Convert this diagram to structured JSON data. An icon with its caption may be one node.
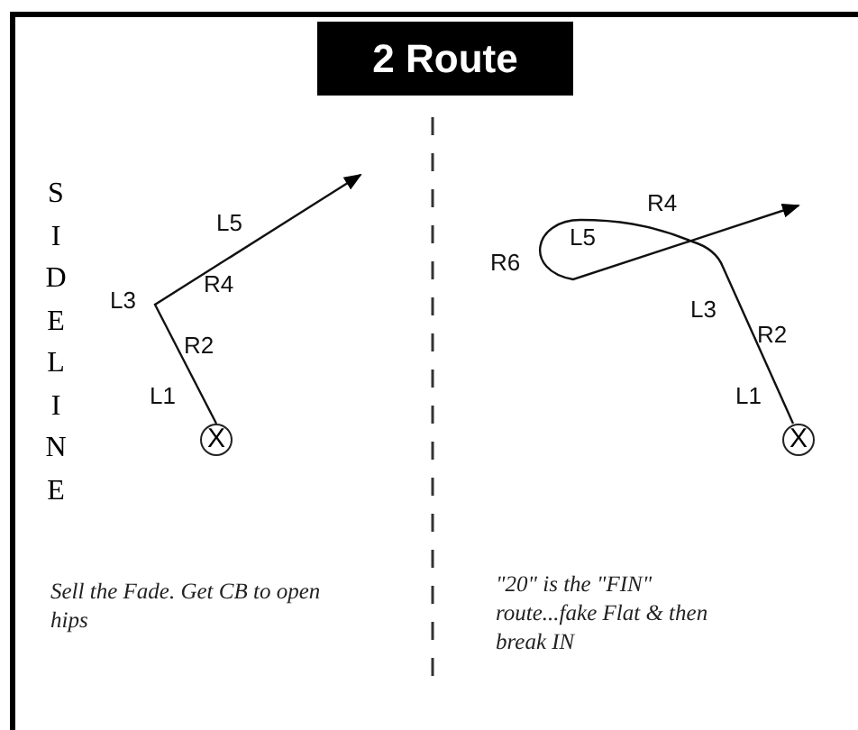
{
  "diagram": {
    "title": "2 Route",
    "nodes": [
      {
        "text": [
          "X"
        ]
      },
      {
        "text": [
          "X"
        ]
      }
    ],
    "edges": [
      {
        "from": 0,
        "to": null,
        "arrow": "to"
      },
      {
        "from": 1,
        "to": null,
        "arrow": "to"
      }
    ],
    "labels": [
      "SIDELINE",
      "L5",
      "R4",
      "L3",
      "R2",
      "L1",
      "R4",
      "R6",
      "L5",
      "L3",
      "R2",
      "L1",
      "Sell the Fade. Get CB to open hips",
      "\"20\" is the \"FIN\" route...fake Flat & then break IN"
    ]
  }
}
